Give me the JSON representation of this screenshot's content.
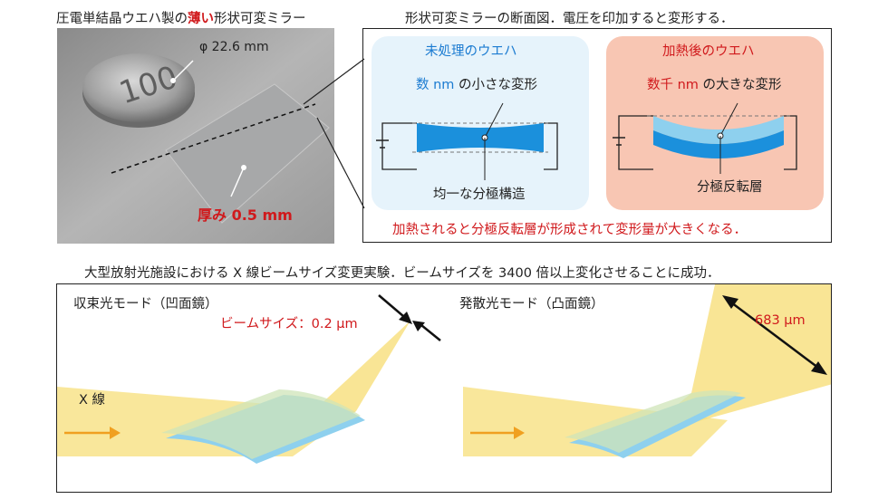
{
  "photo": {
    "caption_pre": "圧電単結晶ウエハ製の",
    "caption_emph": "薄い",
    "caption_post": "形状可変ミラー",
    "coin_diameter": "φ 22.6 mm",
    "thickness": "厚み 0.5 mm"
  },
  "cross_section": {
    "caption": "形状可変ミラーの断面図．電圧を印加すると変形する．",
    "untreated": {
      "title": "未処理のウエハ",
      "deform_value": "数 nm",
      "deform_suffix": " の小さな変形",
      "structure_label": "均一な分極構造"
    },
    "heated": {
      "title": "加熱後のウエハ",
      "deform_value": "数千 nm",
      "deform_suffix": " の大きな変形",
      "structure_label": "分極反転層"
    },
    "conclusion": "加熱されると分極反転層が形成されて変形量が大きくなる．"
  },
  "experiment": {
    "caption": "大型放射光施設における X 線ビームサイズ変更実験．ビームサイズを 3400 倍以上変化させることに成功．",
    "converge": {
      "mode_label": "収束光モード（凹面鏡）",
      "beam_size": "ビームサイズ：0.2 μm",
      "xray_label": "X 線"
    },
    "diverge": {
      "mode_label": "発散光モード（凸面鏡）",
      "beam_size": "683 μm"
    }
  },
  "colors": {
    "red": "#d0191c",
    "blue": "#1b7bd1",
    "beam": "#f7df7a",
    "arrow": "#f0a020",
    "panel_blue": "#e6f3fb",
    "panel_pink": "#f8c6b3"
  }
}
